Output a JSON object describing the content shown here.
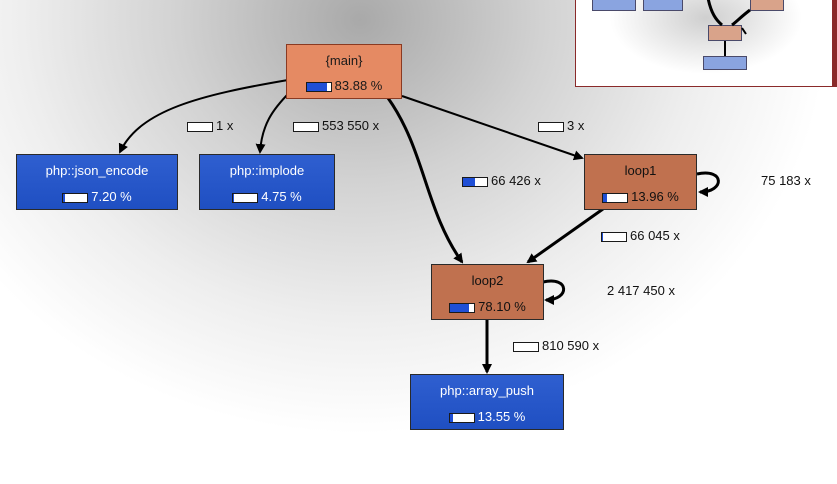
{
  "nodes": {
    "main": {
      "title": "{main}",
      "percent": "83.88 %",
      "fill": 0.84
    },
    "json_encode": {
      "title": "php::json_encode",
      "percent": "7.20 %",
      "fill": 0.07
    },
    "implode": {
      "title": "php::implode",
      "percent": "4.75 %",
      "fill": 0.05
    },
    "loop1": {
      "title": "loop1",
      "percent": "13.96 %",
      "fill": 0.14
    },
    "loop2": {
      "title": "loop2",
      "percent": "78.10 %",
      "fill": 0.78
    },
    "array_push": {
      "title": "php::array_push",
      "percent": "13.55 %",
      "fill": 0.14
    }
  },
  "edges": {
    "main_json_encode": {
      "count": "1 x",
      "fill": 0.0
    },
    "main_implode": {
      "count": "553 550 x",
      "fill": 0.0
    },
    "main_loop1": {
      "count": "3 x",
      "fill": 0.0
    },
    "main_loop2": {
      "count": "66 426 x",
      "fill": 0.5
    },
    "loop1_self": {
      "count": "75 183 x"
    },
    "loop1_loop2": {
      "count": "66 045 x",
      "fill": 0.05
    },
    "loop2_self": {
      "count": "2 417 450 x"
    },
    "loop2_array_push": {
      "count": "810 590 x",
      "fill": 0.0
    }
  },
  "colors": {
    "blue_node": "#2f5fd0",
    "orange_node": "#c0714f",
    "main_node": "#e58a63",
    "bar_fill": "#1f4fd6"
  }
}
